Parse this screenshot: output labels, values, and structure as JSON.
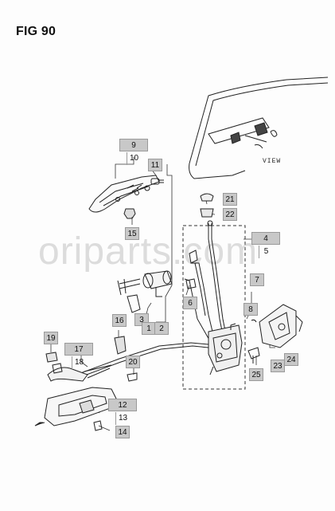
{
  "title": "FIG 90",
  "watermark": "oriparts.com",
  "view_label": "VIEW",
  "callouts": {
    "c9_10": [
      "9",
      "10"
    ],
    "c11": "11",
    "c15": "15",
    "c21": "21",
    "c22": "22",
    "c4_5": [
      "4",
      "5"
    ],
    "c6": "6",
    "c7": "7",
    "c8": "8",
    "c3": "3",
    "c1": "1",
    "c2": "2",
    "c16": "16",
    "c19": "19",
    "c17_18": [
      "17",
      "18"
    ],
    "c20": "20",
    "c12_13": [
      "12",
      "13"
    ],
    "c14": "14",
    "c23": "23",
    "c24": "24",
    "c25": "25"
  }
}
